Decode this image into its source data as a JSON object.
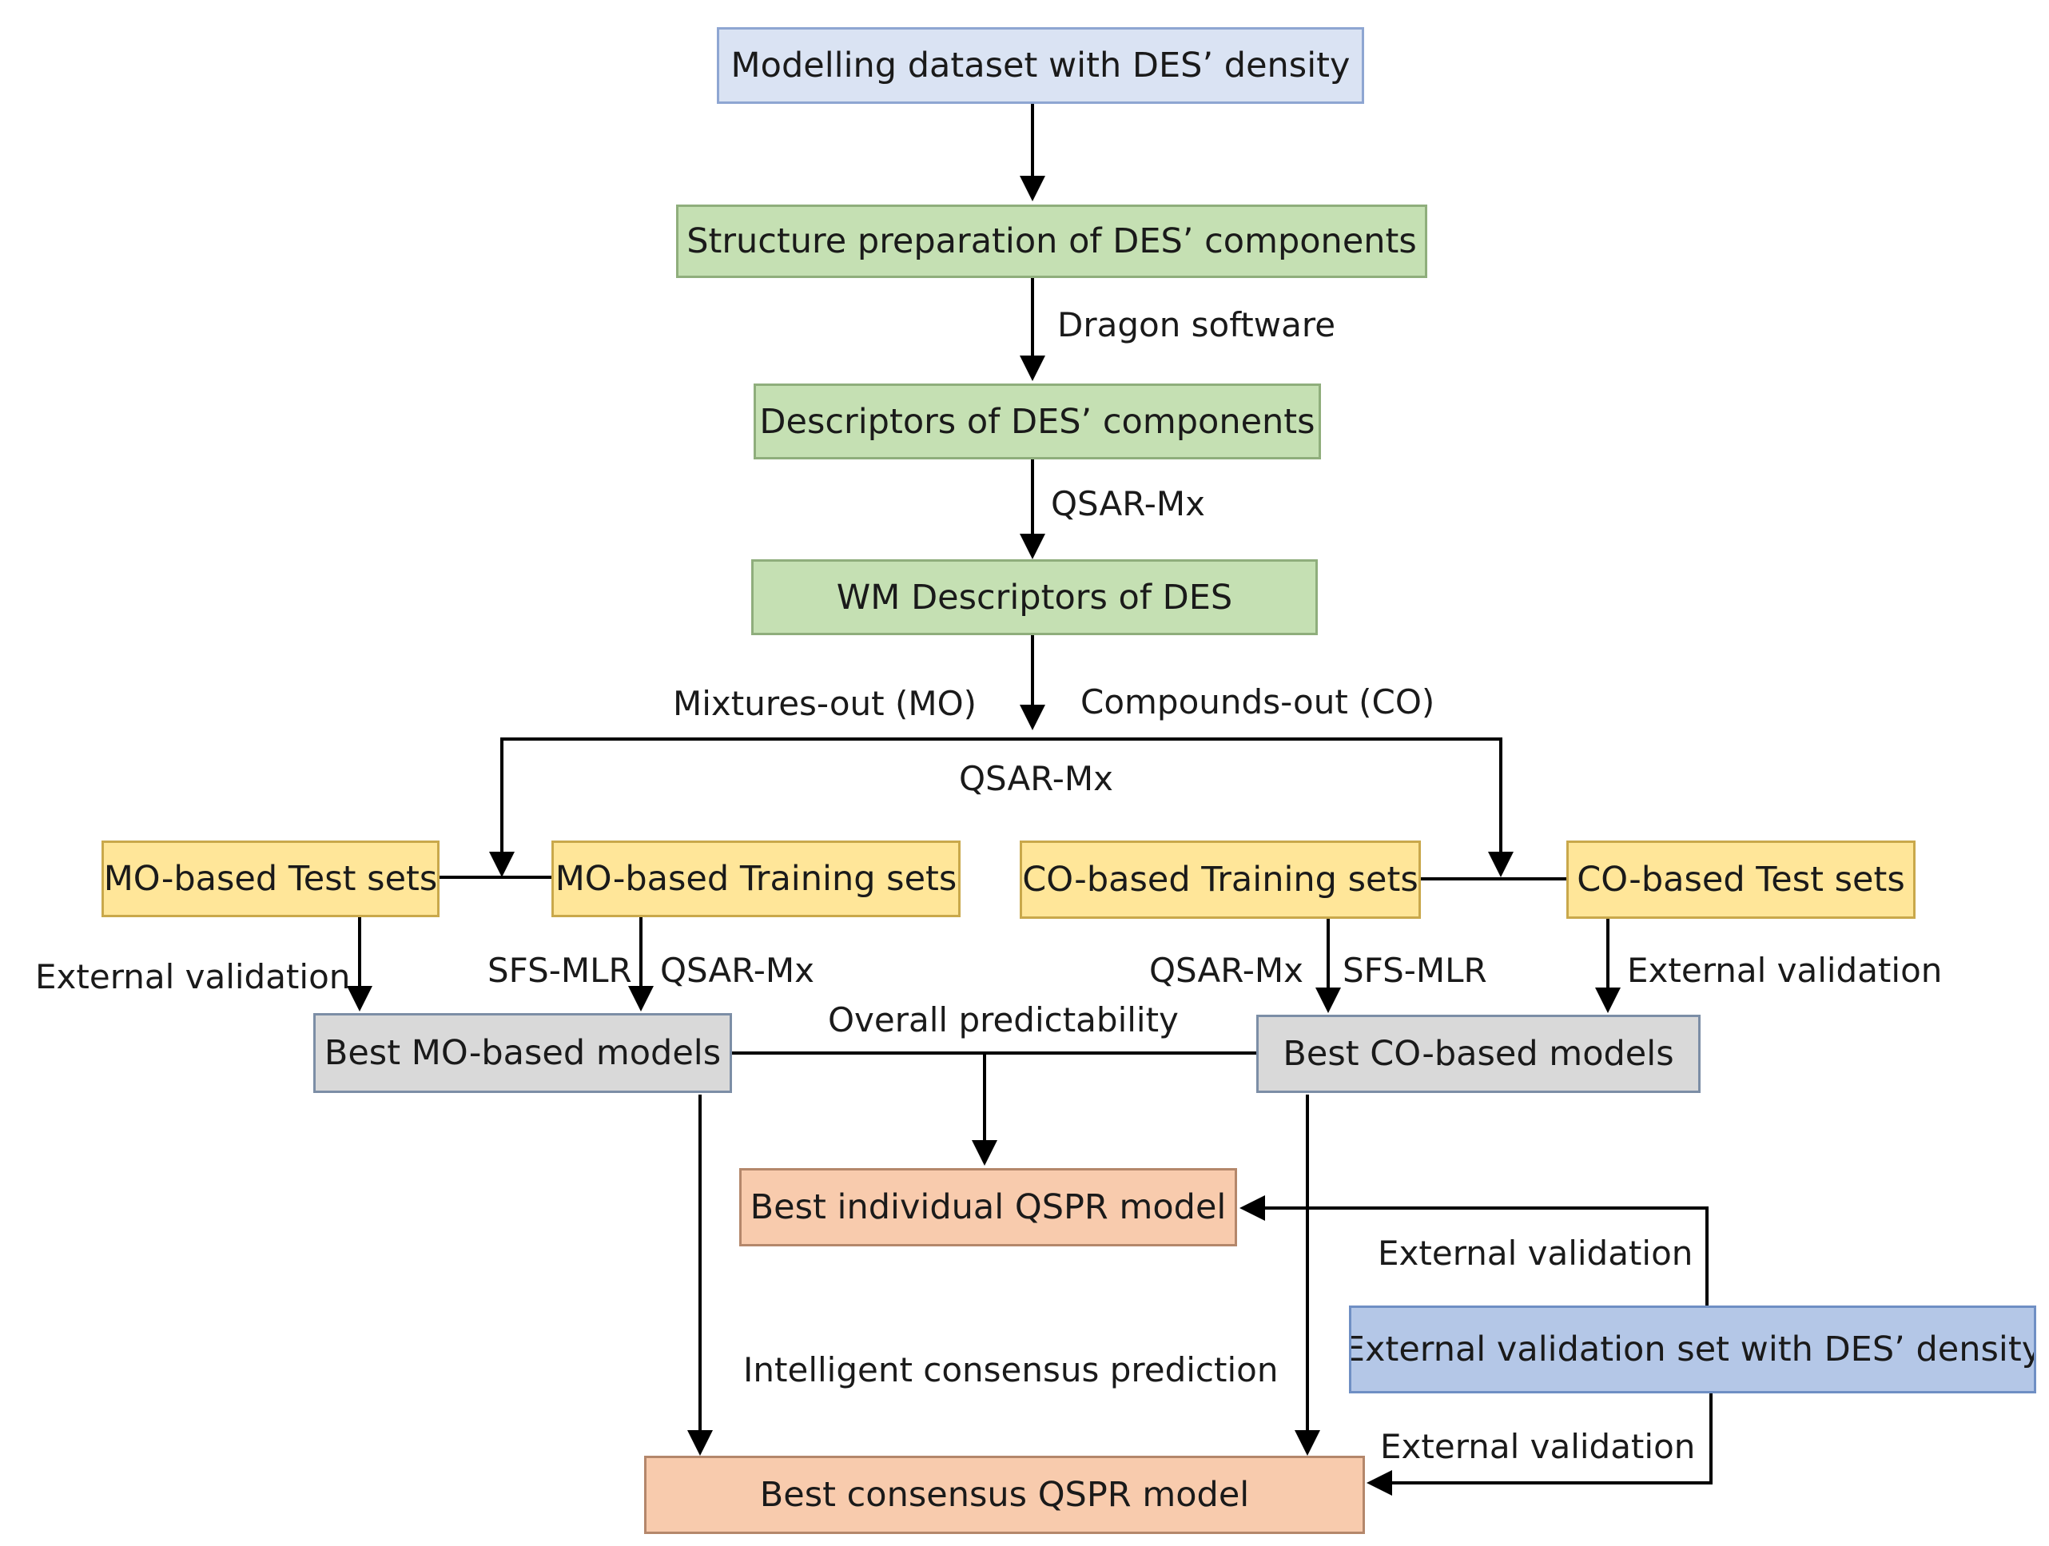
{
  "boxes": {
    "modelling_dataset": "Modelling dataset with DES’ density",
    "structure_preparation": "Structure preparation of DES’ components",
    "descriptors_components": "Descriptors of DES’ components",
    "wm_descriptors": "WM Descriptors of DES",
    "mo_test_sets": "MO-based Test sets",
    "mo_training_sets": "MO-based Training sets",
    "co_training_sets": "CO-based Training sets",
    "co_test_sets": "CO-based Test sets",
    "best_mo_models": "Best MO-based models",
    "best_co_models": "Best CO-based models",
    "best_individual_qspr": "Best individual QSPR model",
    "external_validation_set": "External validation set with DES’ density",
    "best_consensus_qspr": "Best consensus QSPR model"
  },
  "edge_labels": {
    "dragon_software": "Dragon software",
    "qsar_mx_1": "QSAR-Mx",
    "mixtures_out": "Mixtures-out (MO)",
    "compounds_out": "Compounds-out (CO)",
    "qsar_mx_2": "QSAR-Mx",
    "external_validation_mo": "External validation",
    "sfs_mlr_mo": "SFS-MLR",
    "qsar_mx_mo": "QSAR-Mx",
    "qsar_mx_co": "QSAR-Mx",
    "sfs_mlr_co": "SFS-MLR",
    "external_validation_co": "External validation",
    "overall_predictability": "Overall predictability",
    "external_validation_individual": "External validation",
    "intelligent_consensus": "Intelligent consensus prediction",
    "external_validation_consensus": "External validation"
  },
  "colors": {
    "light_blue": "#dae3f3",
    "green": "#c5e0b3",
    "yellow": "#ffe699",
    "gray": "#d9d9d9",
    "orange": "#f8cbad",
    "blue": "#b4c7e7"
  }
}
